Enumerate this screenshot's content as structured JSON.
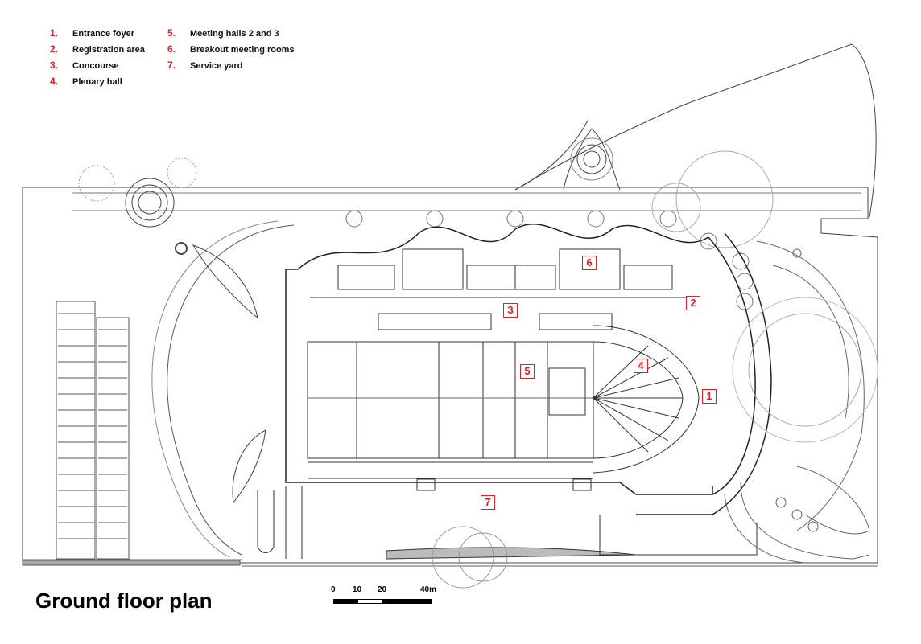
{
  "legend": [
    {
      "num": "1.",
      "label": "Entrance foyer"
    },
    {
      "num": "2.",
      "label": "Registration area"
    },
    {
      "num": "3.",
      "label": "Concourse"
    },
    {
      "num": "4.",
      "label": "Plenary hall"
    },
    {
      "num": "5.",
      "label": "Meeting halls 2 and 3"
    },
    {
      "num": "6.",
      "label": "Breakout meeting rooms"
    },
    {
      "num": "7.",
      "label": "Service yard"
    }
  ],
  "markers": [
    "1",
    "2",
    "3",
    "4",
    "5",
    "6",
    "7"
  ],
  "title": "Ground floor plan",
  "scale": {
    "ticks": [
      "0",
      "10",
      "20",
      "40m"
    ]
  },
  "colors": {
    "accent": "#e31e24",
    "line": "#333333"
  }
}
